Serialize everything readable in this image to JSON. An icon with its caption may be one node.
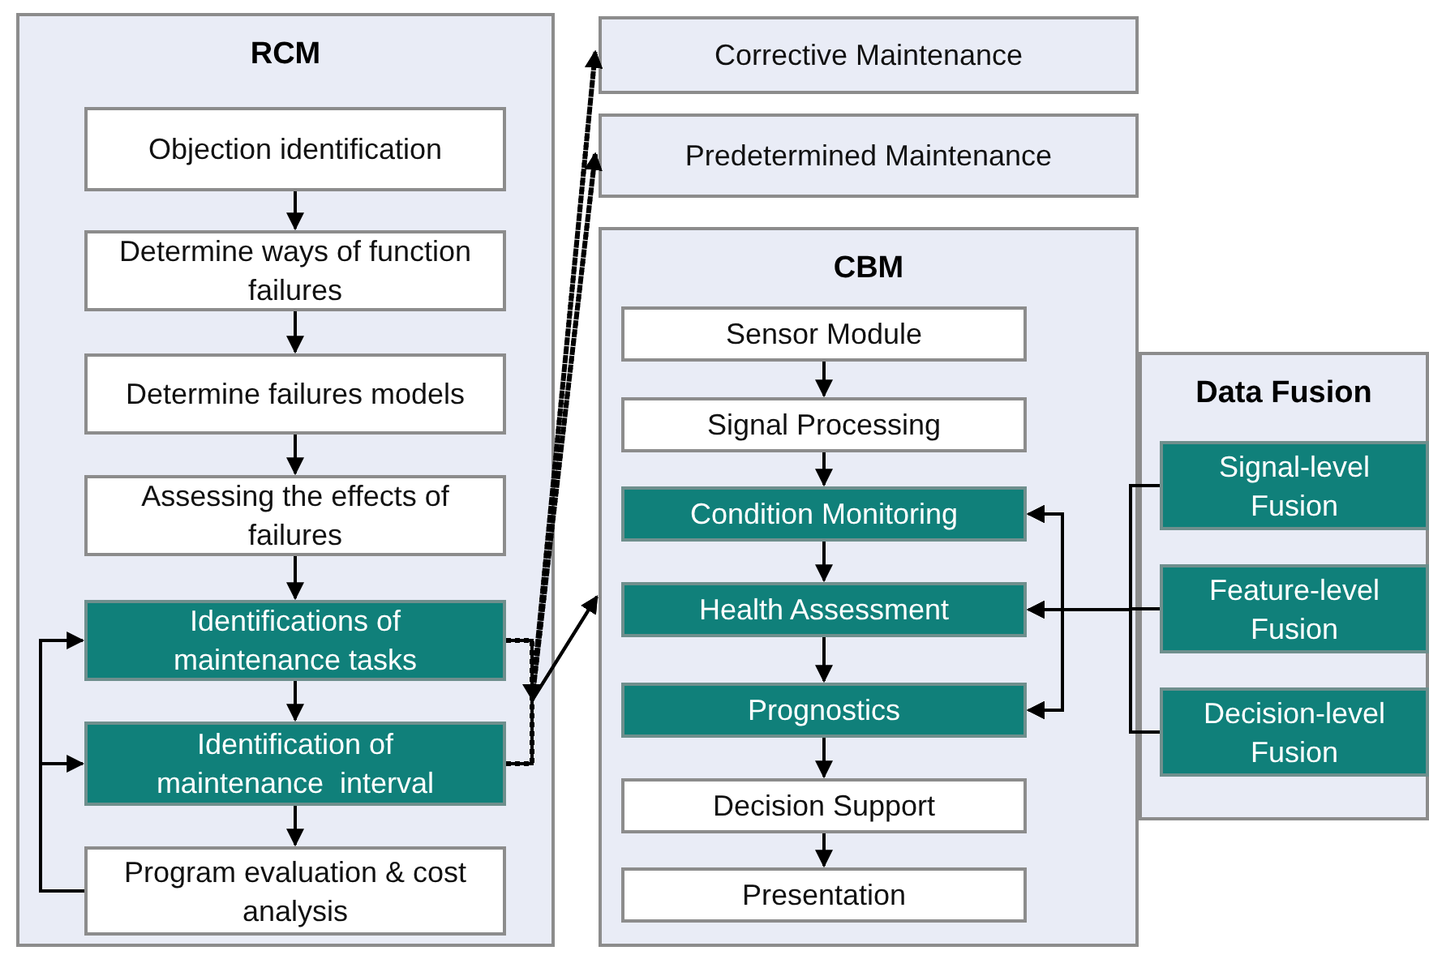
{
  "diagram": {
    "nodes": [
      {
        "text": [
          "RCM"
        ]
      },
      {
        "text": [
          "Objection identification"
        ],
        "in": 0
      },
      {
        "text": [
          "Determine ways of function failures"
        ],
        "in": 0
      },
      {
        "text": [
          "Determine failures models"
        ],
        "in": 0
      },
      {
        "text": [
          "Assessing the effects of failures"
        ],
        "in": 0
      },
      {
        "text": [
          "Identifications of maintenance tasks"
        ],
        "in": 0
      },
      {
        "text": [
          "Identification of maintenance  interval"
        ],
        "in": 0
      },
      {
        "text": [
          "Program evaluation & cost analysis"
        ],
        "in": 0
      },
      {
        "text": [
          "Corrective Maintenance"
        ]
      },
      {
        "text": [
          "Predetermined Maintenance"
        ]
      },
      {
        "text": [
          "CBM"
        ]
      },
      {
        "text": [
          "Sensor Module"
        ],
        "in": 10
      },
      {
        "text": [
          "Signal Processing"
        ],
        "in": 10
      },
      {
        "text": [
          "Condition Monitoring"
        ],
        "in": 10
      },
      {
        "text": [
          "Health Assessment"
        ],
        "in": 10
      },
      {
        "text": [
          "Prognostics"
        ],
        "in": 10
      },
      {
        "text": [
          "Decision Support"
        ],
        "in": 10
      },
      {
        "text": [
          "Presentation"
        ],
        "in": 10
      },
      {
        "text": [
          "Data Fusion"
        ]
      },
      {
        "text": [
          "Signal-level Fusion"
        ],
        "in": 18
      },
      {
        "text": [
          "Feature-level Fusion"
        ],
        "in": 18
      },
      {
        "text": [
          "Decision-level Fusion"
        ],
        "in": 18
      }
    ],
    "edges": [
      {
        "from": 1,
        "to": 2,
        "arrow": "to"
      },
      {
        "from": 2,
        "to": 3,
        "arrow": "to"
      },
      {
        "from": 3,
        "to": 4,
        "arrow": "to"
      },
      {
        "from": 4,
        "to": 5,
        "arrow": "to"
      },
      {
        "from": 5,
        "to": 6,
        "arrow": "to"
      },
      {
        "from": 6,
        "to": 7,
        "arrow": "to"
      },
      {
        "from": 7,
        "to": 5,
        "arrow": "to"
      },
      {
        "from": 7,
        "to": 6,
        "arrow": "to"
      },
      {
        "from": 5,
        "to": 8,
        "arrow": "to",
        "style": "dashed"
      },
      {
        "from": 5,
        "to": 9,
        "arrow": "to",
        "style": "dashed"
      },
      {
        "from": 5,
        "to": 10,
        "arrow": "to"
      },
      {
        "from": 6,
        "to": 8,
        "arrow": "to",
        "style": "dashed"
      },
      {
        "from": 6,
        "to": 9,
        "arrow": "to",
        "style": "dashed"
      },
      {
        "from": 6,
        "to": 10,
        "arrow": "to"
      },
      {
        "from": 11,
        "to": 12,
        "arrow": "to"
      },
      {
        "from": 12,
        "to": 13,
        "arrow": "to"
      },
      {
        "from": 13,
        "to": 14,
        "arrow": "to"
      },
      {
        "from": 14,
        "to": 15,
        "arrow": "to"
      },
      {
        "from": 15,
        "to": 16,
        "arrow": "to"
      },
      {
        "from": 16,
        "to": 17,
        "arrow": "to"
      },
      {
        "from": 19,
        "to": 13,
        "arrow": "to"
      },
      {
        "from": 19,
        "to": 14,
        "arrow": "to"
      },
      {
        "from": 19,
        "to": 15,
        "arrow": "to"
      },
      {
        "from": 20,
        "to": 13,
        "arrow": "to"
      },
      {
        "from": 20,
        "to": 14,
        "arrow": "to"
      },
      {
        "from": 20,
        "to": 15,
        "arrow": "to"
      },
      {
        "from": 21,
        "to": 13,
        "arrow": "to"
      },
      {
        "from": 21,
        "to": 14,
        "arrow": "to"
      },
      {
        "from": 21,
        "to": 15,
        "arrow": "to"
      }
    ]
  }
}
